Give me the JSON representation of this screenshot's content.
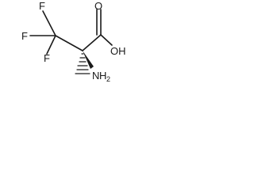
{
  "molecule": {
    "atoms": {
      "f_top": "F",
      "f_left": "F",
      "f_bottom": "F",
      "oxygen_carbonyl": "O",
      "hydroxyl": "OH",
      "amino_letter": "N",
      "amino_h": "H",
      "amino_sub": "2"
    }
  }
}
